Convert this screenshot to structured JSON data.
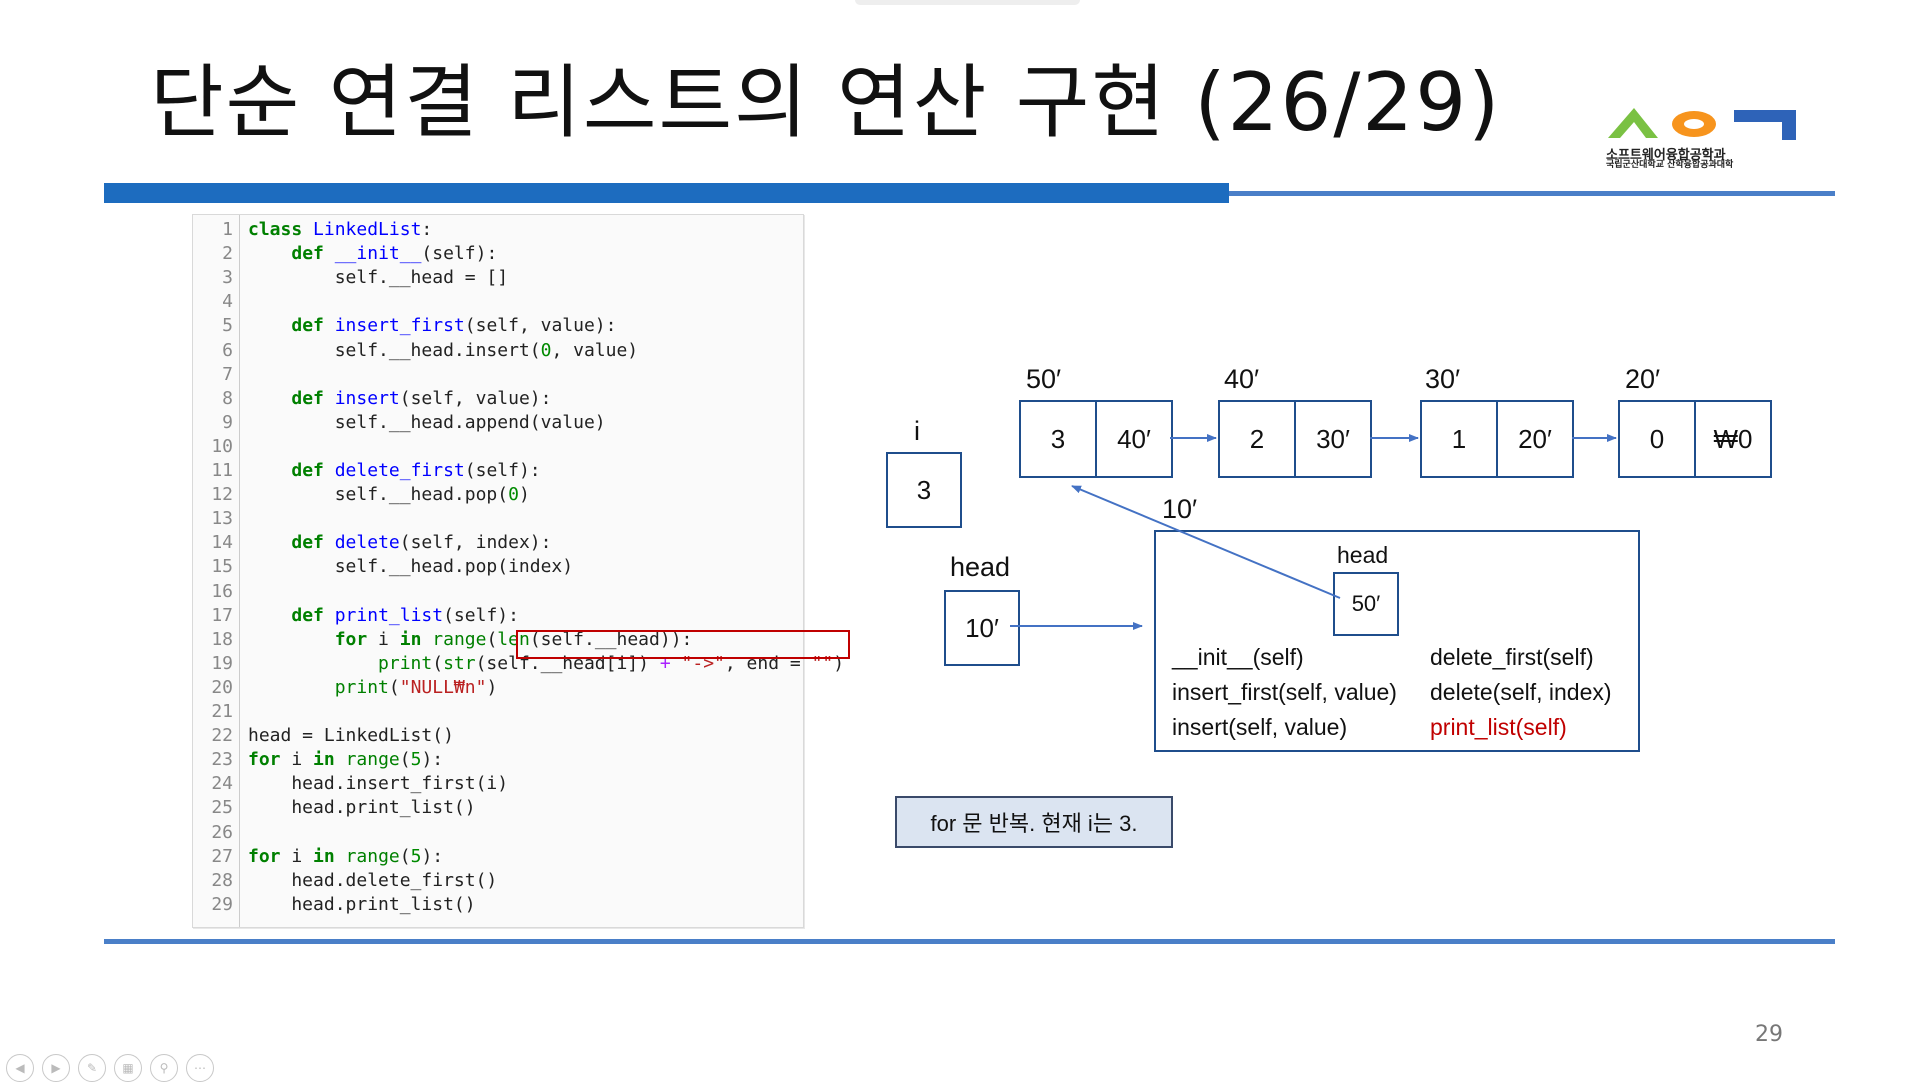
{
  "slide": {
    "title": "단순 연결 리스트의 연산 구현 (26/29)",
    "page_number": "29",
    "logo": {
      "main_text": "소프트웨어융합공학과",
      "sub_text": "국립군산대학교 산학융합공과대학",
      "colors": [
        "#7ac143",
        "#f7941d",
        "#2e63b8"
      ]
    }
  },
  "code": {
    "lines": [
      {
        "n": "1",
        "html": "<span class='kw'>class</span> <span class='fn'>LinkedList</span>:"
      },
      {
        "n": "2",
        "html": "    <span class='kw'>def</span> <span class='fn'>__init__</span>(self):"
      },
      {
        "n": "3",
        "html": "        self.__head = []"
      },
      {
        "n": "4",
        "html": ""
      },
      {
        "n": "5",
        "html": "    <span class='kw'>def</span> <span class='fn'>insert_first</span>(self, value):"
      },
      {
        "n": "6",
        "html": "        self.__head.insert(<span class='num'>0</span>, value)"
      },
      {
        "n": "7",
        "html": ""
      },
      {
        "n": "8",
        "html": "    <span class='kw'>def</span> <span class='fn'>insert</span>(self, value):"
      },
      {
        "n": "9",
        "html": "        self.__head.append(value)"
      },
      {
        "n": "10",
        "html": ""
      },
      {
        "n": "11",
        "html": "    <span class='kw'>def</span> <span class='fn'>delete_first</span>(self):"
      },
      {
        "n": "12",
        "html": "        self.__head.pop(<span class='num'>0</span>)"
      },
      {
        "n": "13",
        "html": ""
      },
      {
        "n": "14",
        "html": "    <span class='kw'>def</span> <span class='fn'>delete</span>(self, index):"
      },
      {
        "n": "15",
        "html": "        self.__head.pop(index)"
      },
      {
        "n": "16",
        "html": ""
      },
      {
        "n": "17",
        "html": "    <span class='kw'>def</span> <span class='fn'>print_list</span>(self):"
      },
      {
        "n": "18",
        "html": "        <span class='kw'>for</span> i <span class='kw'>in</span> <span class='bi'>range</span>(<span class='bi'>len</span>(self.__head)):"
      },
      {
        "n": "19",
        "html": "            <span class='bi'>print</span>(<span class='bi'>str</span>(self.__head[i]) <span class='op'>+</span> <span class='st'>\"->\"</span>, end = <span class='st'>\"\"</span>)"
      },
      {
        "n": "20",
        "html": "        <span class='bi'>print</span>(<span class='st'>\"NULL₩n\"</span>)"
      },
      {
        "n": "21",
        "html": ""
      },
      {
        "n": "22",
        "html": "head = LinkedList()"
      },
      {
        "n": "23",
        "html": "<span class='kw'>for</span> i <span class='kw'>in</span> <span class='bi'>range</span>(<span class='num'>5</span>):"
      },
      {
        "n": "24",
        "html": "    head.insert_first(i)"
      },
      {
        "n": "25",
        "html": "    head.print_list()"
      },
      {
        "n": "26",
        "html": ""
      },
      {
        "n": "27",
        "html": "<span class='kw'>for</span> i <span class='kw'>in</span> <span class='bi'>range</span>(<span class='num'>5</span>):"
      },
      {
        "n": "28",
        "html": "    head.delete_first()"
      },
      {
        "n": "29",
        "html": "    head.print_list()"
      }
    ],
    "highlighted_line": "18"
  },
  "diagram": {
    "i_label": "i",
    "i_value": "3",
    "head_label": "head",
    "head_value": "10′",
    "object_address": "10′",
    "object_head_label": "head",
    "object_head_value": "50′",
    "methods": {
      "init": "__init__(self)",
      "insert_first": "insert_first(self, value)",
      "insert": "insert(self, value)",
      "delete_first": "delete_first(self)",
      "delete": "delete(self, index)",
      "print_list": "print_list(self)"
    },
    "nodes": [
      {
        "address": "50′",
        "data": "3",
        "next": "40′"
      },
      {
        "address": "40′",
        "data": "2",
        "next": "30′"
      },
      {
        "address": "30′",
        "data": "1",
        "next": "20′"
      },
      {
        "address": "20′",
        "data": "0",
        "next": "₩0"
      }
    ],
    "note": "for 문 반복. 현재 i는 3."
  },
  "controls": [
    "back-icon",
    "forward-icon",
    "pen-icon",
    "slides-icon",
    "zoom-icon",
    "more-icon"
  ],
  "colors": {
    "accent_blue": "#1d6cbf",
    "highlight_red": "#c00000",
    "note_bg": "#dbe4f1"
  }
}
